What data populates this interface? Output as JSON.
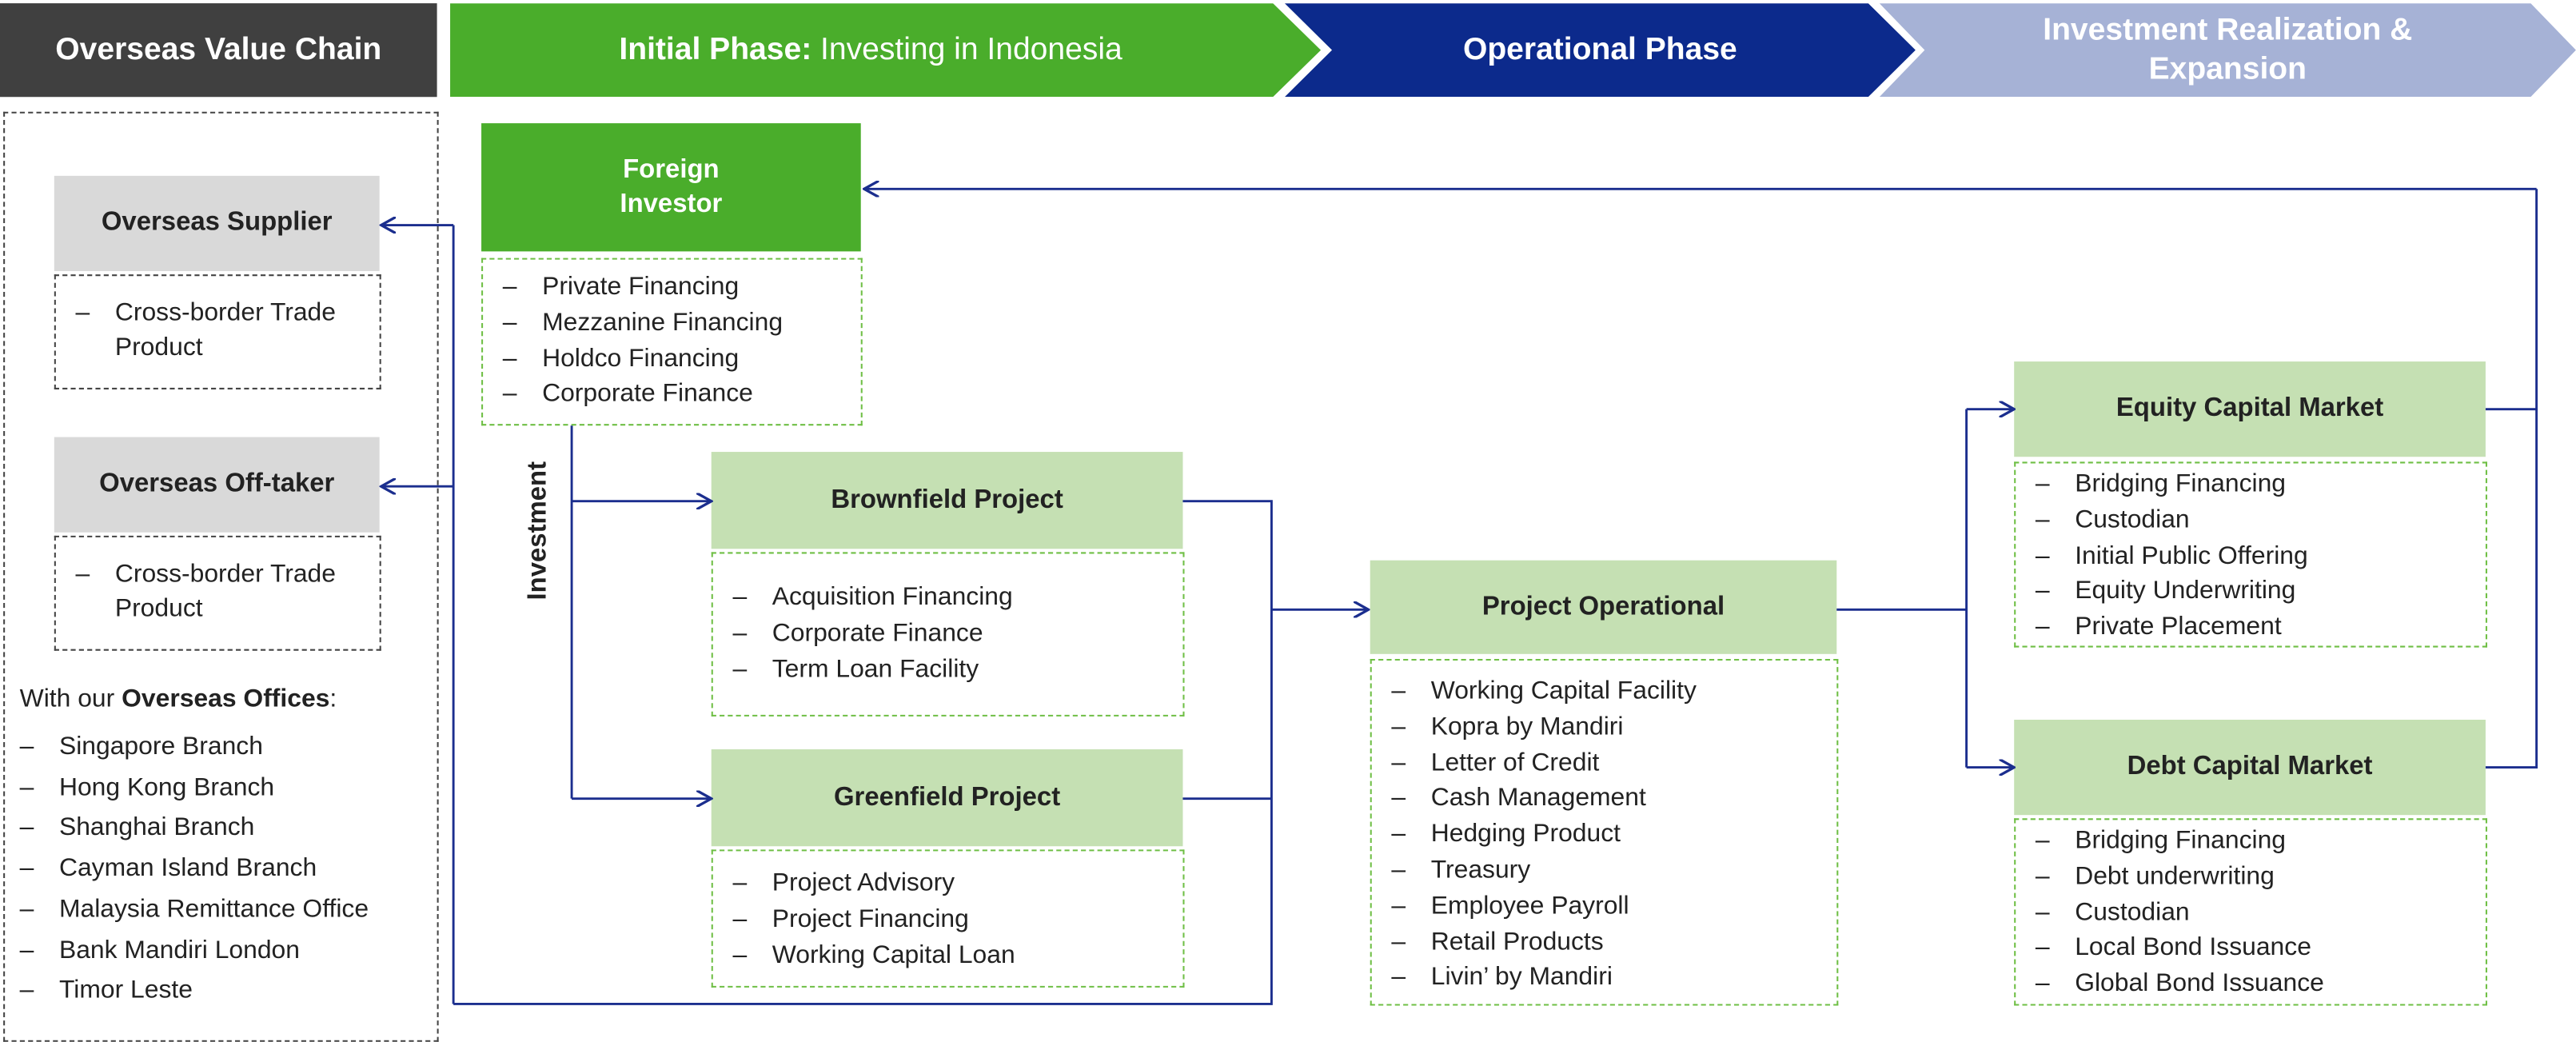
{
  "header": {
    "value_chain": "Overseas Value Chain",
    "initial_bold": "Initial Phase:",
    "initial_rest": "Investing in Indonesia",
    "operational": "Operational Phase",
    "realization": "Investment Realization & Expansion"
  },
  "colors": {
    "dark_header": "#404040",
    "green_header": "#4aad2b",
    "navy_header": "#0c2a8c",
    "lavender_header": "#a6b2d6",
    "light_green": "#c5e0b3",
    "arrow": "#1b2e8e"
  },
  "overseas": {
    "supplier": {
      "title": "Overseas Supplier",
      "items": [
        "Cross-border Trade Product"
      ]
    },
    "offtaker": {
      "title": "Overseas Off-taker",
      "items": [
        "Cross-border Trade Product"
      ]
    },
    "offices_intro": "With our",
    "offices_bold": "Overseas Offices",
    "offices_colon": ":",
    "offices": [
      "Singapore Branch",
      "Hong Kong Branch",
      "Shanghai Branch",
      "Cayman Island Branch",
      "Malaysia Remittance Office",
      "Bank Mandiri London",
      "Timor Leste"
    ]
  },
  "foreign_investor": {
    "title_line1": "Foreign",
    "title_line2": "Investor",
    "items": [
      "Private Financing",
      "Mezzanine Financing",
      "Holdco Financing",
      "Corporate Finance"
    ]
  },
  "investment_label": "Investment",
  "brownfield": {
    "title": "Brownfield Project",
    "items": [
      "Acquisition Financing",
      "Corporate Finance",
      "Term Loan Facility"
    ]
  },
  "greenfield": {
    "title": "Greenfield Project",
    "items": [
      "Project Advisory",
      "Project Financing",
      "Working Capital Loan"
    ]
  },
  "operational": {
    "title": "Project Operational",
    "items": [
      "Working Capital Facility",
      "Kopra by Mandiri",
      "Letter of Credit",
      "Cash Management",
      "Hedging Product",
      "Treasury",
      "Employee Payroll",
      "Retail Products",
      "Livin’ by Mandiri"
    ]
  },
  "equity": {
    "title": "Equity Capital Market",
    "items": [
      "Bridging Financing",
      "Custodian",
      "Initial Public Offering",
      "Equity Underwriting",
      "Private Placement"
    ]
  },
  "debt": {
    "title": "Debt Capital Market",
    "items": [
      "Bridging Financing",
      "Debt underwriting",
      "Custodian",
      "Local Bond Issuance",
      "Global Bond Issuance"
    ]
  }
}
